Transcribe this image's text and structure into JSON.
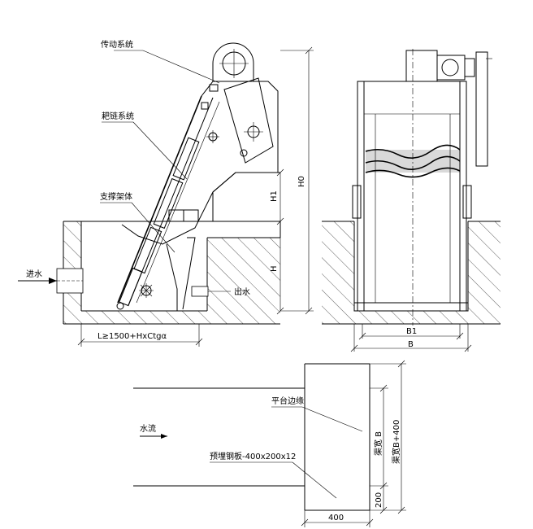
{
  "labels": {
    "drive_system": "传动系统",
    "rake_chain_system": "耙链系统",
    "support_frame": "支撑架体",
    "inlet": "进水",
    "outlet": "出水",
    "water_flow": "水流",
    "platform_edge": "平台边缘",
    "embedded_plate": "预埋钢板-400x200x12",
    "channel_width": "渠宽 B",
    "channel_width_plus": "渠宽B+400"
  },
  "dimensions": {
    "h0": "H0",
    "h1": "H1",
    "h": "H",
    "length": "L≥1500+HxCtgα",
    "b1": "B1",
    "b": "B",
    "d400": "400",
    "d200": "200"
  }
}
